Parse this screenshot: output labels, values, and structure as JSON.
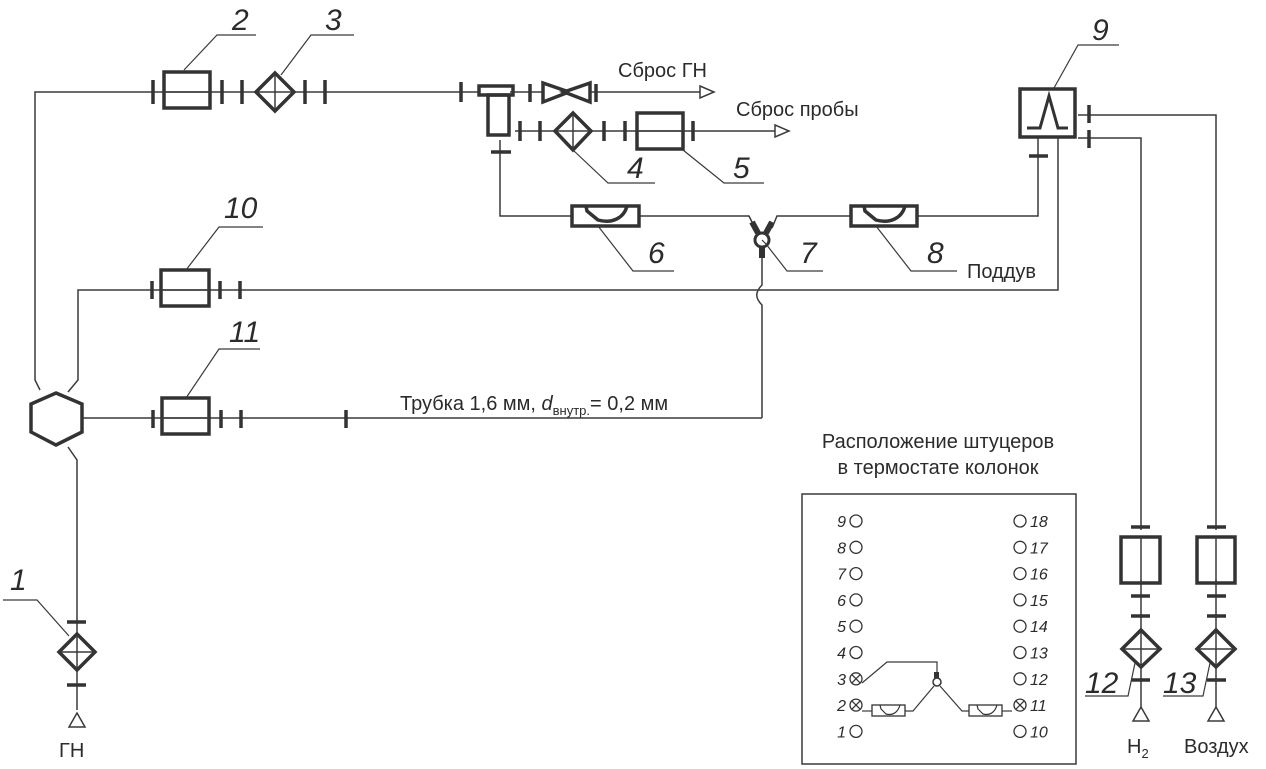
{
  "diagram": {
    "type": "gas chromatograph pneumatic scheme",
    "callouts": {
      "c1": "1",
      "c2": "2",
      "c3": "3",
      "c4": "4",
      "c5": "5",
      "c6": "6",
      "c7": "7",
      "c8": "8",
      "c9": "9",
      "c10": "10",
      "c11": "11",
      "c12": "12",
      "c13": "13"
    },
    "labels": {
      "vent_carrier": "Сброс ГН",
      "vent_sample": "Сброс пробы",
      "makeup": "Поддув",
      "tube_prefix": "Трубка 1,6 мм, ",
      "tube_d": "d",
      "tube_sub": "внутр.",
      "tube_suffix": "= 0,2 мм",
      "source_carrier": "ГН",
      "source_h2": "H",
      "source_h2_sub": "2",
      "source_air": "Воздух"
    },
    "inset": {
      "title_line1": "Расположение штуцеров",
      "title_line2": "в термостате колонок",
      "left_ports": [
        {
          "n": "9",
          "state": "open"
        },
        {
          "n": "8",
          "state": "open"
        },
        {
          "n": "7",
          "state": "open"
        },
        {
          "n": "6",
          "state": "open"
        },
        {
          "n": "5",
          "state": "open"
        },
        {
          "n": "4",
          "state": "open"
        },
        {
          "n": "3",
          "state": "used"
        },
        {
          "n": "2",
          "state": "used"
        },
        {
          "n": "1",
          "state": "open"
        }
      ],
      "right_ports": [
        {
          "n": "18",
          "state": "open"
        },
        {
          "n": "17",
          "state": "open"
        },
        {
          "n": "16",
          "state": "open"
        },
        {
          "n": "15",
          "state": "open"
        },
        {
          "n": "14",
          "state": "open"
        },
        {
          "n": "13",
          "state": "open"
        },
        {
          "n": "12",
          "state": "open"
        },
        {
          "n": "11",
          "state": "used"
        },
        {
          "n": "10",
          "state": "open"
        }
      ]
    }
  }
}
